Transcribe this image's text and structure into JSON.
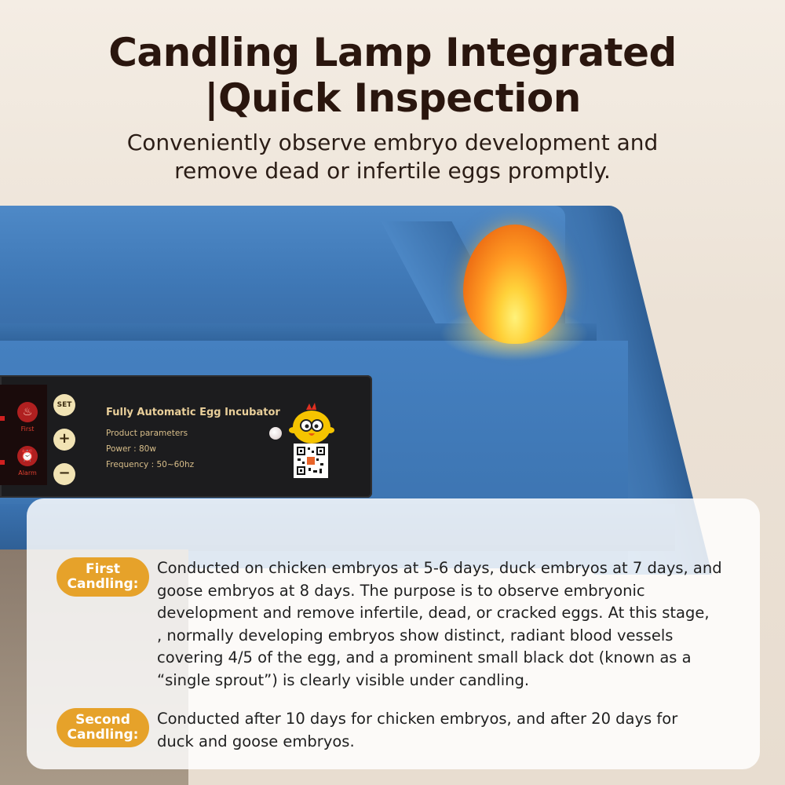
{
  "header": {
    "title_line1": "Candling Lamp Integrated",
    "title_line2": "|Quick Inspection",
    "subtitle_line1": "Conveniently observe embryo development and",
    "subtitle_line2": "remove dead or infertile eggs promptly."
  },
  "panel": {
    "display_first_label": "First",
    "display_alarm_label": "Alarm",
    "set_label": "SET",
    "plus_label": "+",
    "minus_label": "−",
    "product_title": "Fully Automatic Egg Incubator",
    "param_heading": "Product parameters",
    "power": "Power : 80w",
    "frequency": "Frequency : 50~60hz"
  },
  "info": {
    "first": {
      "badge_line1": "First",
      "badge_line2": "Candling:",
      "lines": [
        "Conducted on chicken embryos at 5-6 days, duck embryos at 7 days, and",
        "goose embryos at 8 days. The purpose is to observe embryonic",
        "development and remove infertile, dead, or cracked eggs. At this stage,",
        ", normally developing embryos show distinct, radiant blood vessels",
        "covering 4/5 of the egg, and a prominent small black dot (known as a",
        "“single sprout”) is clearly visible under candling."
      ]
    },
    "second": {
      "badge_line1": "Second",
      "badge_line2": "Candling:",
      "lines": [
        "Conducted after 10 days for chicken embryos, and after 20 days for",
        "duck and goose embryos."
      ]
    }
  },
  "colors": {
    "badge": "#e6a22a",
    "incubator_blue": "#3f78b6",
    "title": "#2a160e"
  }
}
